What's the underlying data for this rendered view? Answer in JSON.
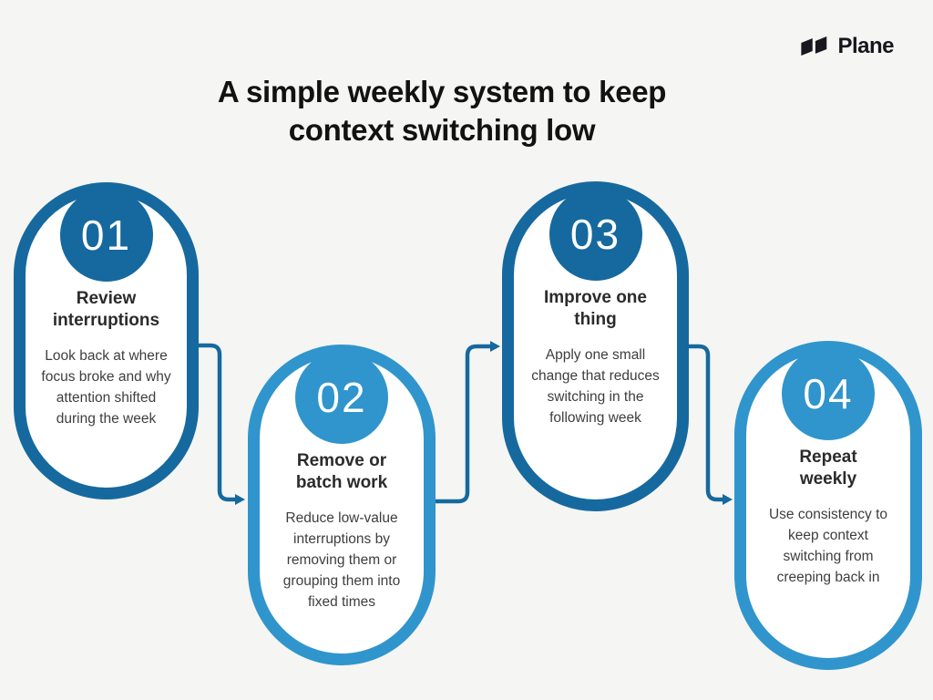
{
  "logo": {
    "text": "Plane"
  },
  "title": {
    "line1": "A simple weekly system to keep",
    "line2": "context switching low"
  },
  "colors": {
    "background": "#f5f5f3",
    "dark_blue": "#16699e",
    "light_blue": "#3095cc",
    "arrow": "#15699e",
    "card_fill": "#ffffff",
    "title_text": "#121212",
    "card_title_text": "#2b2b2b",
    "card_body_text": "#3e3e3e"
  },
  "steps": [
    {
      "number": "01",
      "tone": "dark",
      "title": "Review interruptions",
      "body": "Look back at where focus broke and why attention shifted during the week"
    },
    {
      "number": "02",
      "tone": "light",
      "title": "Remove or batch work",
      "body": "Reduce low-value interruptions by removing them or grouping them into fixed times"
    },
    {
      "number": "03",
      "tone": "dark",
      "title": "Improve one thing",
      "body": "Apply one small change that reduces switching in the following week"
    },
    {
      "number": "04",
      "tone": "light",
      "title": "Repeat weekly",
      "body": "Use consistency to keep context switching from creeping back in"
    }
  ]
}
